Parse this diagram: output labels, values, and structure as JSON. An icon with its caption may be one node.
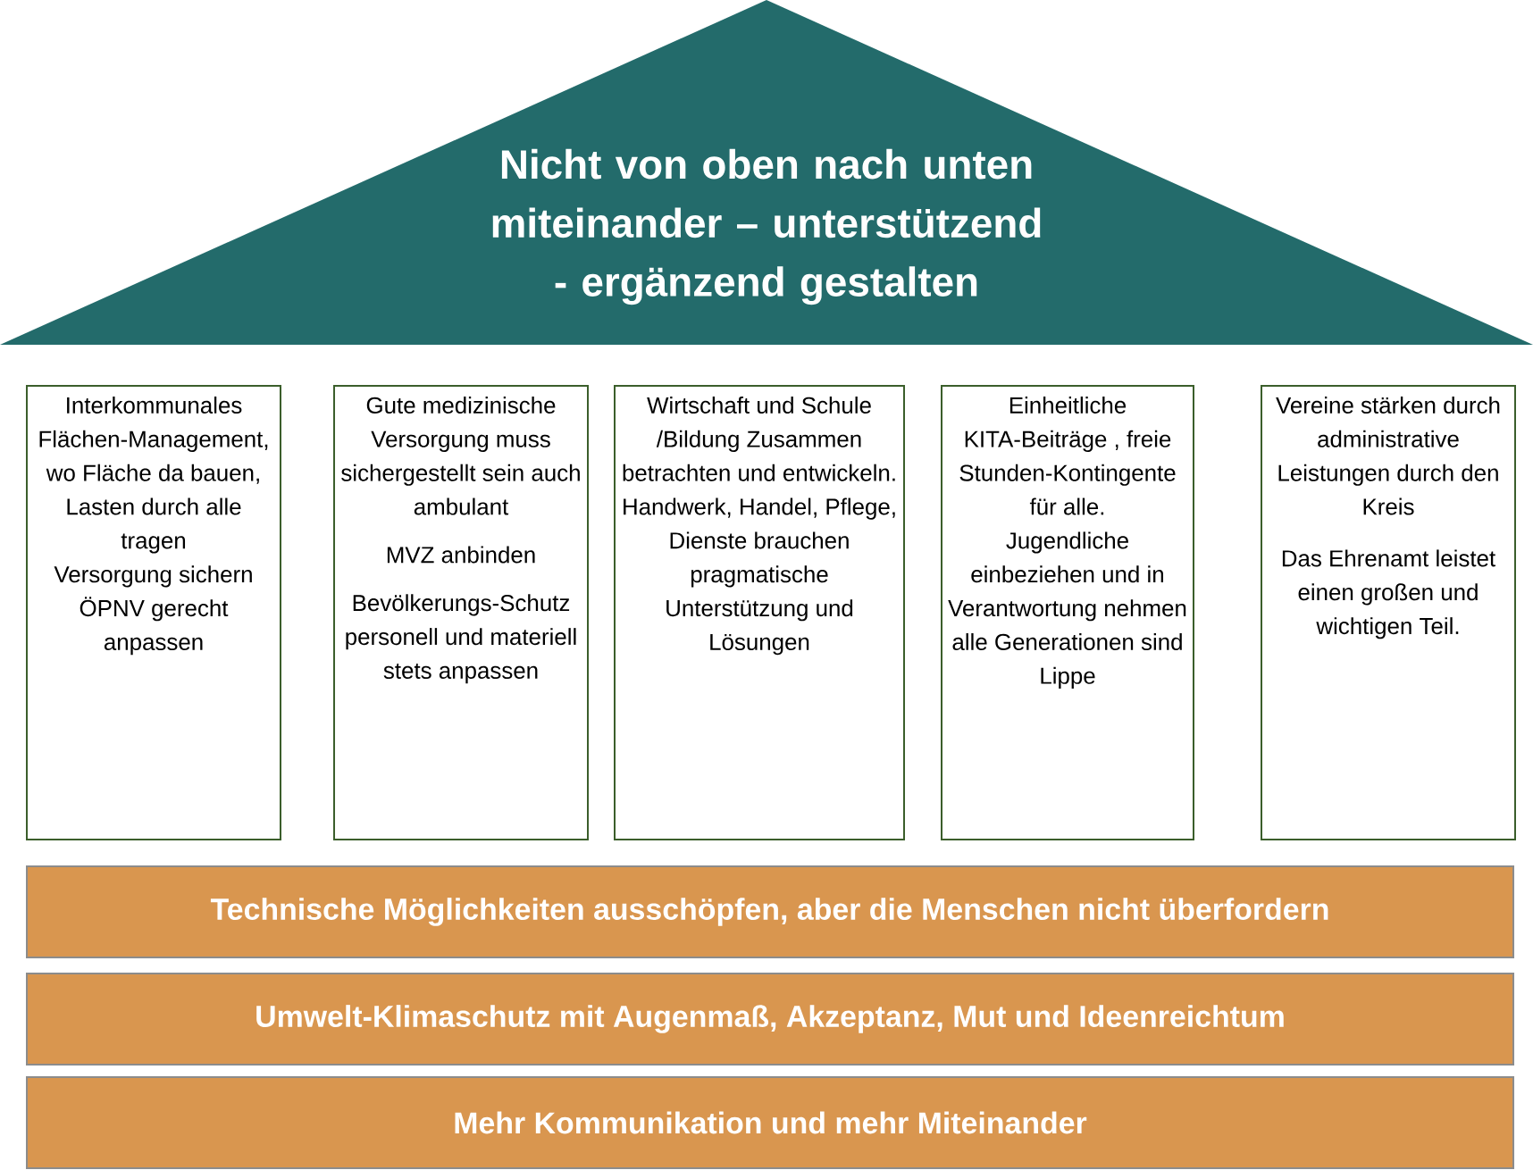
{
  "diagram": {
    "nodes": [
      {
        "text": [
          "Nicht von oben nach unten miteinander – unterstützend - ergänzend gestalten"
        ]
      },
      {
        "text": [
          "Interkommunales Flächen-Management, wo Fläche da bauen, Lasten durch alle tragen",
          "Versorgung sichern",
          "ÖPNV gerecht anpassen"
        ]
      },
      {
        "text": [
          "Gute medizinische Versorgung muss sichergestellt sein auch ambulant",
          "MVZ anbinden",
          "Bevölkerungs-Schutz personell und materiell stets anpassen"
        ]
      },
      {
        "text": [
          "Wirtschaft und Schule /Bildung Zusammen betrachten und entwickeln.",
          "Handwerk, Handel, Pflege, Dienste brauchen pragmatische Unterstützung und Lösungen"
        ]
      },
      {
        "text": [
          "Einheitliche KITA-Beiträge , freie Stunden-Kontingente für alle.",
          "Jugendliche einbeziehen und in Verantwortung nehmen",
          "alle Generationen sind Lippe"
        ]
      },
      {
        "text": [
          "Vereine stärken durch administrative Leistungen durch den Kreis",
          "Das Ehrenamt leistet einen großen und wichtigen Teil."
        ]
      },
      {
        "text": [
          "Technische Möglichkeiten ausschöpfen, aber die Menschen nicht überfordern"
        ]
      },
      {
        "text": [
          "Umwelt-Klimaschutz mit Augenmaß, Akzeptanz, Mut und Ideenreichtum"
        ]
      },
      {
        "text": [
          "Mehr Kommunikation und mehr Miteinander"
        ]
      }
    ]
  }
}
